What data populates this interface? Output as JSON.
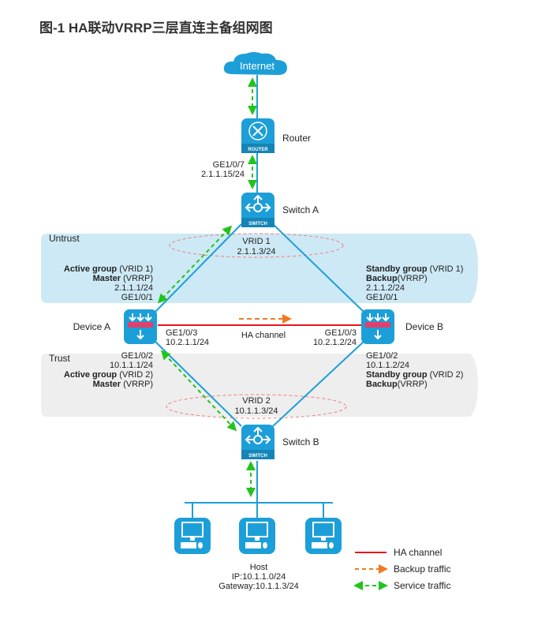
{
  "title": "图-1 HA联动VRRP三层直连主备组网图",
  "nodes": {
    "internet": {
      "label": "Internet",
      "icon": "cloud-icon"
    },
    "router": {
      "label": "Router",
      "badge": "ROUTER",
      "icon": "router-icon"
    },
    "switch_a": {
      "label": "Switch A",
      "badge": "SWITCH",
      "icon": "switch-icon"
    },
    "device_a": {
      "label": "Device A",
      "icon": "firewall-icon"
    },
    "device_b": {
      "label": "Device B",
      "icon": "firewall-icon"
    },
    "switch_b": {
      "label": "Switch B",
      "badge": "SWITCH",
      "icon": "switch-icon"
    },
    "hosts": {
      "count": 3,
      "icon": "host-pc-icon"
    }
  },
  "zones": {
    "untrust": "Untrust",
    "trust": "Trust"
  },
  "router_port": {
    "iface": "GE1/0/7",
    "ip": "2.1.1.15/24"
  },
  "vrid1": {
    "name": "VRID 1",
    "ip": "2.1.1.3/24"
  },
  "vrid2": {
    "name": "VRID 2",
    "ip": "10.1.1.3/24"
  },
  "device_a_untrust": {
    "group_bold": "Active group",
    "group_rest": " (VRID 1)",
    "role_bold": "Master",
    "role_rest": " (VRRP)",
    "ip": "2.1.1.1/24",
    "iface": "GE1/0/1"
  },
  "device_b_untrust": {
    "group_bold": "Standby group",
    "group_rest": " (VRID 1)",
    "role_bold": "Backup",
    "role_rest": "(VRRP)",
    "ip": "2.1.1.2/24",
    "iface": "GE1/0/1"
  },
  "device_a_ha": {
    "iface": "GE1/0/3",
    "ip": "10.2.1.1/24"
  },
  "device_b_ha": {
    "iface": "GE1/0/3",
    "ip": "10.2.1.2/24"
  },
  "ha_channel_label": "HA channel",
  "device_a_trust": {
    "iface": "GE1/0/2",
    "ip": "10.1.1.1/24",
    "group_bold": "Active group",
    "group_rest": " (VRID 2)",
    "role_bold": "Master",
    "role_rest": " (VRRP)"
  },
  "device_b_trust": {
    "iface": "GE1/0/2",
    "ip": "10.1.1.2/24",
    "group_bold": "Standby group",
    "group_rest": " (VRID 2)",
    "role_bold": "Backup",
    "role_rest": "(VRRP)"
  },
  "host_info": {
    "name": "Host",
    "ip": "IP:10.1.1.0/24",
    "gateway": "Gateway:10.1.1.3/24"
  },
  "legend": [
    {
      "label": "HA channel",
      "style": "solid",
      "color": "#e8141c"
    },
    {
      "label": "Backup traffic",
      "style": "dashed-arrow",
      "color": "#f07a20"
    },
    {
      "label": "Service traffic",
      "style": "dashed-double-arrow",
      "color": "#22c41c"
    }
  ],
  "colors": {
    "device_blue": "#1c9fd8",
    "link_blue": "#1c9fd8",
    "untrust_zone": "#cde9f5",
    "trust_zone": "#eeeeee",
    "ha_red": "#e8141c",
    "backup_orange": "#f07a20",
    "service_green": "#22c41c",
    "vrid_ring": "#f08080"
  }
}
